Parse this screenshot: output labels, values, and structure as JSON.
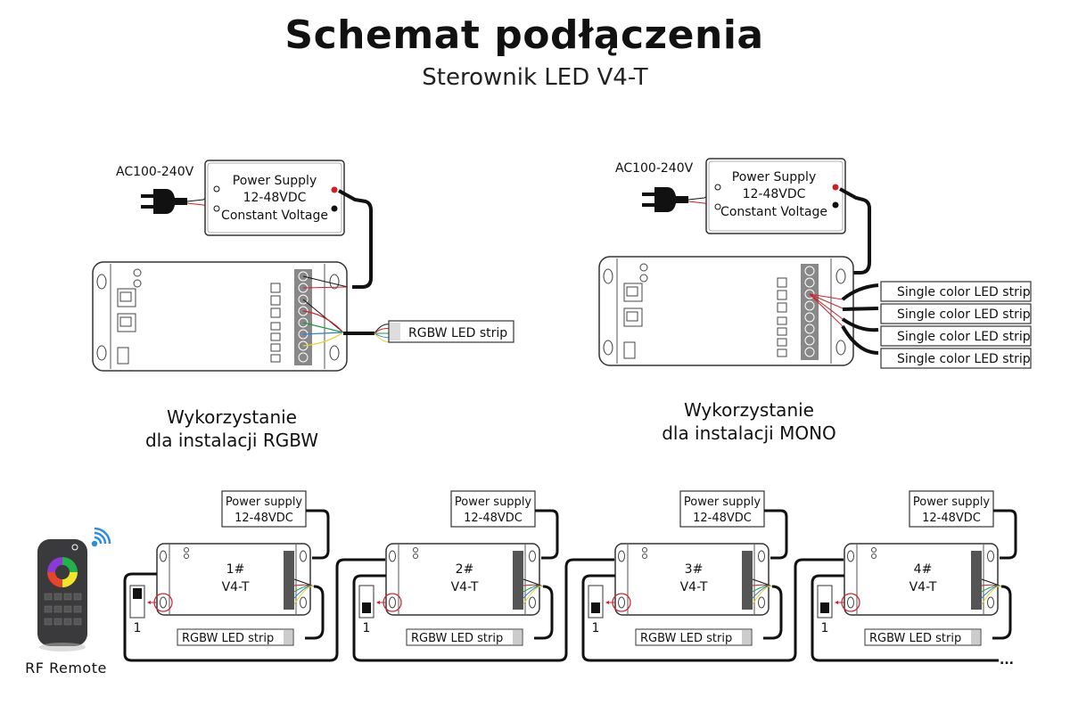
{
  "header": {
    "title": "Schemat podłączenia",
    "subtitle": "Sterownik LED V4-T"
  },
  "rgbw_section": {
    "ac_label": "AC100-240V",
    "power_supply": [
      "Power Supply",
      "12-48VDC",
      "Constant Voltage"
    ],
    "strip_label": "RGBW LED strip",
    "caption": [
      "Wykorzystanie",
      "dla instalacji RGBW"
    ]
  },
  "mono_section": {
    "ac_label": "AC100-240V",
    "power_supply": [
      "Power Supply",
      "12-48VDC",
      "Constant Voltage"
    ],
    "strips": [
      "Single color LED strip",
      "Single color LED strip",
      "Single color LED strip",
      "Single color LED strip"
    ],
    "caption": [
      "Wykorzystanie",
      "dla instalacji MONO"
    ]
  },
  "chain_section": {
    "remote_label": "RF Remote",
    "units": [
      {
        "id": "1#",
        "model": "V4-T",
        "psu": [
          "Power supply",
          "12-48VDC"
        ],
        "strip": "RGBW LED strip",
        "switch": "1"
      },
      {
        "id": "2#",
        "model": "V4-T",
        "psu": [
          "Power supply",
          "12-48VDC"
        ],
        "strip": "RGBW LED strip",
        "switch": "1"
      },
      {
        "id": "3#",
        "model": "V4-T",
        "psu": [
          "Power supply",
          "12-48VDC"
        ],
        "strip": "RGBW LED strip",
        "switch": "1"
      },
      {
        "id": "4#",
        "model": "V4-T",
        "psu": [
          "Power supply",
          "12-48VDC"
        ],
        "strip": "RGBW LED strip",
        "switch": "1"
      }
    ],
    "continuation": "..."
  },
  "colors": {
    "wire_black": "#111111",
    "wire_red": "#d21f26",
    "wire_green": "#1a9a3a",
    "wire_blue": "#2a7fd4",
    "wire_yellow": "#e8d21a",
    "remote_body": "#3a3a3c",
    "wifi_blue": "#2a8de0"
  }
}
